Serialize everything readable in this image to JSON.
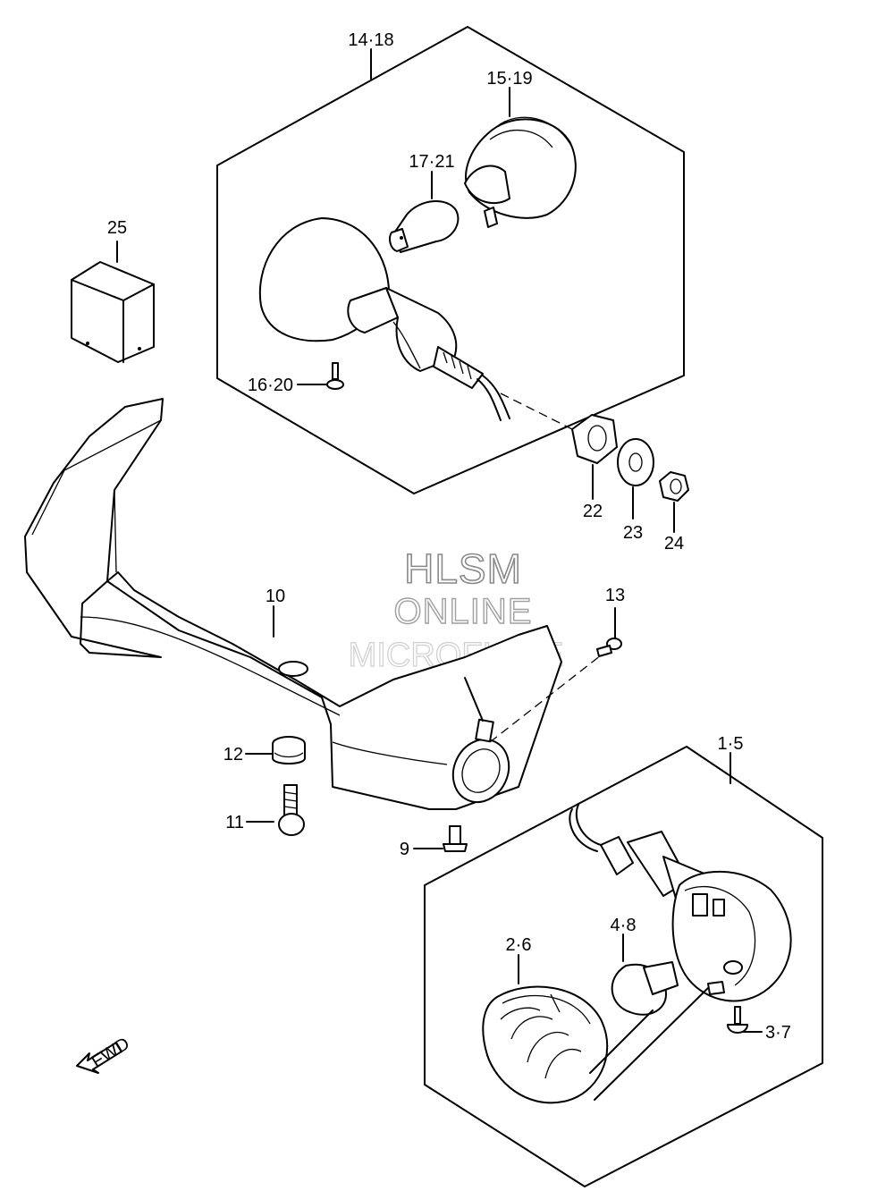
{
  "diagram": {
    "labels": {
      "p14_18": "14·18",
      "p15_19": "15·19",
      "p17_21": "17·21",
      "p25": "25",
      "p16_20": "16·20",
      "p22": "22",
      "p23": "23",
      "p24": "24",
      "p10": "10",
      "p13": "13",
      "p12": "12",
      "p11": "11",
      "p9": "9",
      "p1_5": "1·5",
      "p4_8": "4·8",
      "p2_6": "2·6",
      "p3_7": "3·7"
    },
    "fwd": "FWD"
  },
  "watermark": {
    "line1": "HLSM",
    "line2": "ONLINE",
    "line3": "MICROFICHE"
  }
}
